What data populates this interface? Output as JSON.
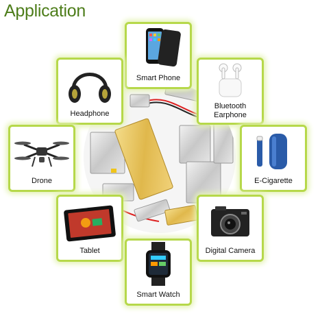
{
  "title": "Application",
  "colors": {
    "title": "#4d7d1a",
    "border": "#b6d84a",
    "glow": "#e4f2b4"
  },
  "cards": {
    "smart_phone": {
      "label": "Smart Phone",
      "icon": "smartphone-icon"
    },
    "headphone": {
      "label": "Headphone",
      "icon": "headphone-icon"
    },
    "bluetooth_earphone": {
      "label_line1": "Bluetooth",
      "label_line2": "Earphone",
      "icon": "earbuds-icon"
    },
    "drone": {
      "label": "Drone",
      "icon": "drone-icon"
    },
    "e_cigarette": {
      "label": "E-Cigarette",
      "icon": "e-cigarette-icon"
    },
    "tablet": {
      "label": "Tablet",
      "icon": "tablet-icon"
    },
    "digital_camera": {
      "label": "Digital Camera",
      "icon": "camera-icon"
    },
    "smart_watch": {
      "label": "Smart Watch",
      "icon": "smartwatch-icon"
    }
  }
}
